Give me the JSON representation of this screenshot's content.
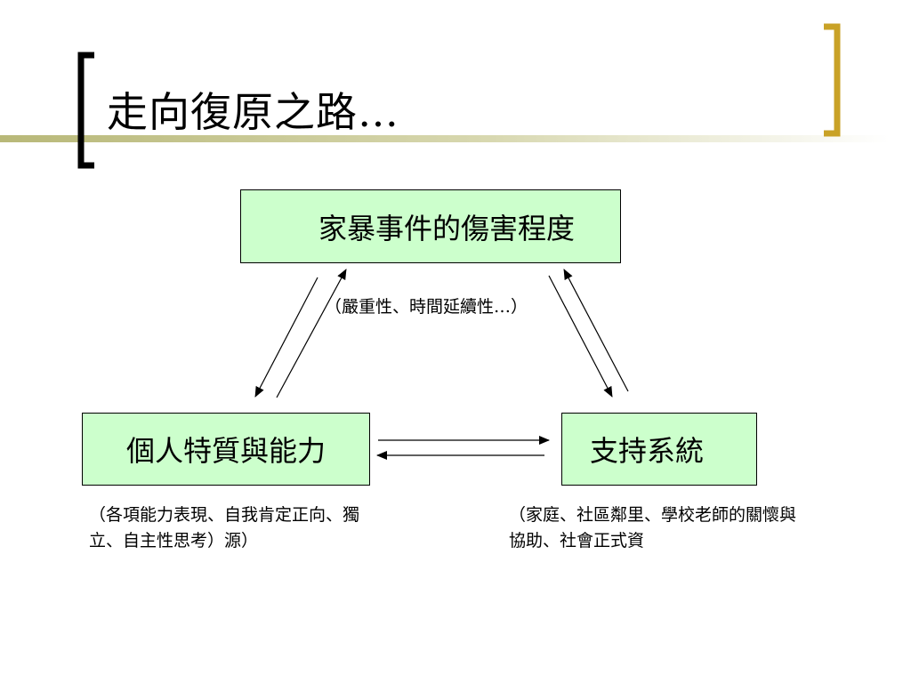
{
  "slide": {
    "title": "走向復原之路…"
  },
  "diagram": {
    "top_box": "家暴事件的傷害程度",
    "top_note": "（嚴重性、時間延續性…）",
    "left_box": "個人特質與能力",
    "left_note": "（各項能力表現、自我肯定正向、獨立、自主性思考）源）",
    "right_box": "支持系統",
    "right_note": "（家庭、社區鄰里、學校老師的關懷與協助、社會正式資"
  },
  "colors": {
    "box_fill": "#ccffcc",
    "bracket_gold": "#c9a227",
    "rule_olive": "#c8c89a"
  }
}
